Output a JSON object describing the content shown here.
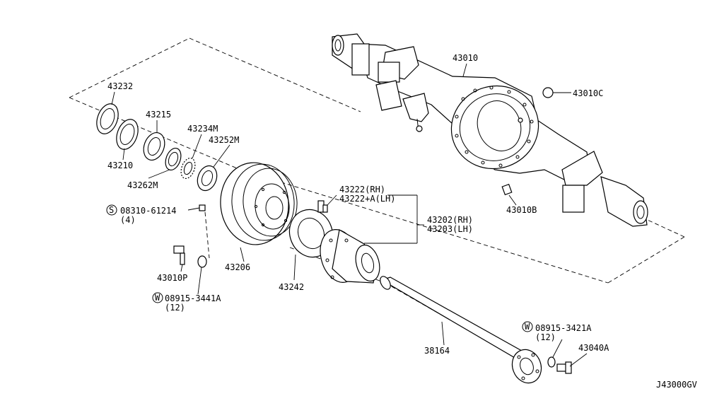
{
  "diagram_id": "J43000GV",
  "callouts": {
    "p43232": "43232",
    "p43215": "43215",
    "p43234M": "43234M",
    "p43252M": "43252M",
    "p43210": "43210",
    "p43262M": "43262M",
    "p08310": "08310-61214",
    "p08310_qty": "(4)",
    "p43010P": "43010P",
    "p08915_3441A": "08915-3441A",
    "p08915_3441A_qty": "(12)",
    "p43206": "43206",
    "p43242": "43242",
    "p43222_rh": "43222(RH)",
    "p43222_lh": "43222+A(LH)",
    "p43202_rh": "43202(RH)",
    "p43203_lh": "43203(LH)",
    "p43010": "43010",
    "p43010C": "43010C",
    "p43010B": "43010B",
    "p38164": "38164",
    "p08915_3421A": "08915-3421A",
    "p08915_3421A_qty": "(12)",
    "p43040A": "43040A"
  },
  "symbols": {
    "s_mark": "S",
    "w_mark_1": "W",
    "w_mark_2": "W"
  }
}
